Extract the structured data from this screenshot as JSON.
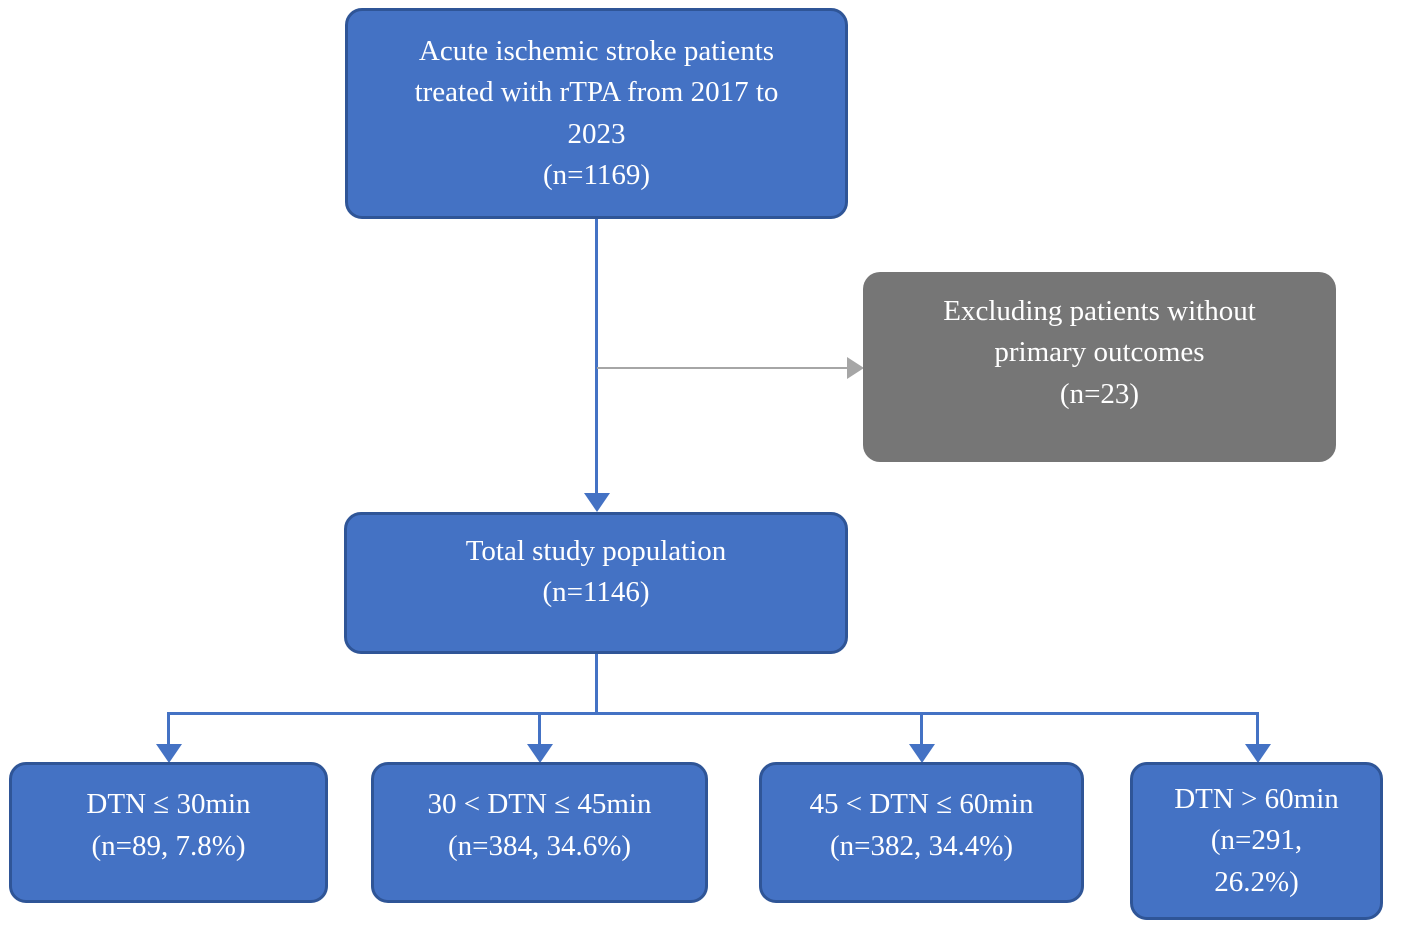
{
  "figure": {
    "type": "study-flow-diagram",
    "colors": {
      "node_blue_fill": "#4472C4",
      "node_blue_border": "#2F5597",
      "node_gray_fill": "#767676",
      "connector_blue": "#4472C4",
      "connector_gray": "#A6A6A6",
      "text": "#FFFFFF"
    },
    "nodes": [
      {
        "id": "enrolled",
        "text": "Acute ischemic stroke patients\ntreated with rTPA from 2017 to\n2023\n(n=1169)",
        "n": "1169"
      },
      {
        "id": "excluded",
        "text": "Excluding patients without\nprimary outcomes\n(n=23)",
        "n": "23"
      },
      {
        "id": "total",
        "text": "Total study population\n(n=1146)",
        "n": "1146"
      },
      {
        "id": "dtn_le_30",
        "text": "DTN ≤ 30min\n(n=89, 7.8%)",
        "n": "89",
        "percent": "7.8%"
      },
      {
        "id": "dtn_30_45",
        "text": "30 < DTN ≤ 45min\n(n=384, 34.6%)",
        "n": "384",
        "percent": "34.6%"
      },
      {
        "id": "dtn_45_60",
        "text": "45 < DTN ≤ 60min\n(n=382, 34.4%)",
        "n": "382",
        "percent": "34.4%"
      },
      {
        "id": "dtn_gt_60",
        "text": "DTN > 60min\n(n=291,\n26.2%)",
        "n": "291",
        "percent": "26.2%"
      }
    ]
  }
}
